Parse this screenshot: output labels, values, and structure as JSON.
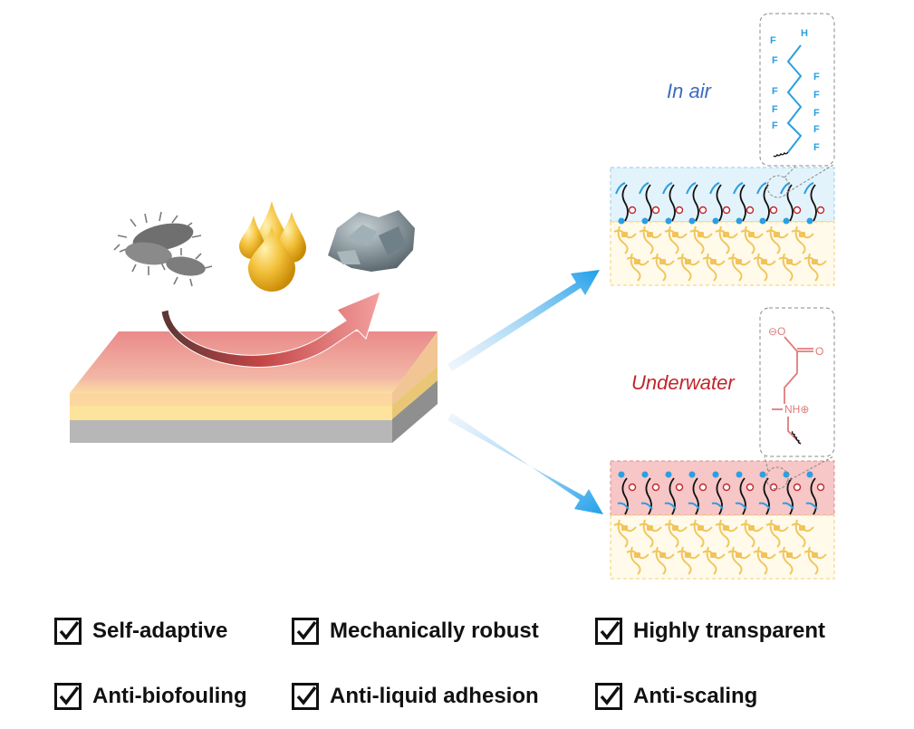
{
  "labels": {
    "in_air": "In air",
    "underwater": "Underwater"
  },
  "formula_top": {
    "atom_h": "H",
    "atom_f": "F"
  },
  "formula_bottom": {
    "anion": "⊖O",
    "carbonyl_o": "O",
    "ammonium": "NH⊕"
  },
  "features": [
    {
      "label": "Self-adaptive"
    },
    {
      "label": "Mechanically robust"
    },
    {
      "label": "Highly transparent"
    },
    {
      "label": "Anti-biofouling"
    },
    {
      "label": "Anti-liquid adhesion"
    },
    {
      "label": "Anti-scaling"
    }
  ],
  "colors": {
    "in_air_text": "#3a6bbf",
    "underwater_text": "#c0272d",
    "fluoro_chain": "#2b9fe0",
    "zwitterion_chain": "#e07b7b",
    "coating_pink": "#e98f8f",
    "substrate_yellow": "#fce29a",
    "base_grey": "#b5b5b5",
    "air_layer": "#e3f3fb",
    "water_layer": "#f7c6c6",
    "network": "#f2cd6b"
  }
}
